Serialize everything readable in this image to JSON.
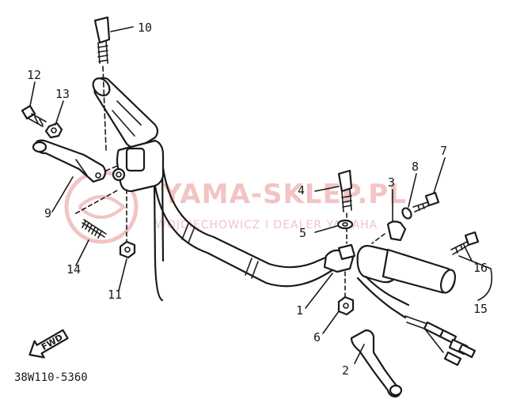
{
  "diagram": {
    "part_code": "38W110-5360",
    "fwd_label": "FWD",
    "callouts": [
      {
        "id": "c1",
        "label": "1"
      },
      {
        "id": "c2",
        "label": "2"
      },
      {
        "id": "c3",
        "label": "3"
      },
      {
        "id": "c4",
        "label": "4"
      },
      {
        "id": "c5",
        "label": "5"
      },
      {
        "id": "c6",
        "label": "6"
      },
      {
        "id": "c7",
        "label": "7"
      },
      {
        "id": "c8",
        "label": "8"
      },
      {
        "id": "c9",
        "label": "9"
      },
      {
        "id": "c10",
        "label": "10"
      },
      {
        "id": "c11",
        "label": "11"
      },
      {
        "id": "c12",
        "label": "12"
      },
      {
        "id": "c13",
        "label": "13"
      },
      {
        "id": "c14",
        "label": "14"
      },
      {
        "id": "c15",
        "label": "15"
      },
      {
        "id": "c16",
        "label": "16"
      }
    ]
  },
  "watermark": {
    "main": "YAMA-SKLEP.PL",
    "sub": "WOJCIECHOWICZ I DEALER YAMAHA"
  },
  "colors": {
    "line": "#1a1a1a",
    "watermark": "#f2c4c4"
  }
}
